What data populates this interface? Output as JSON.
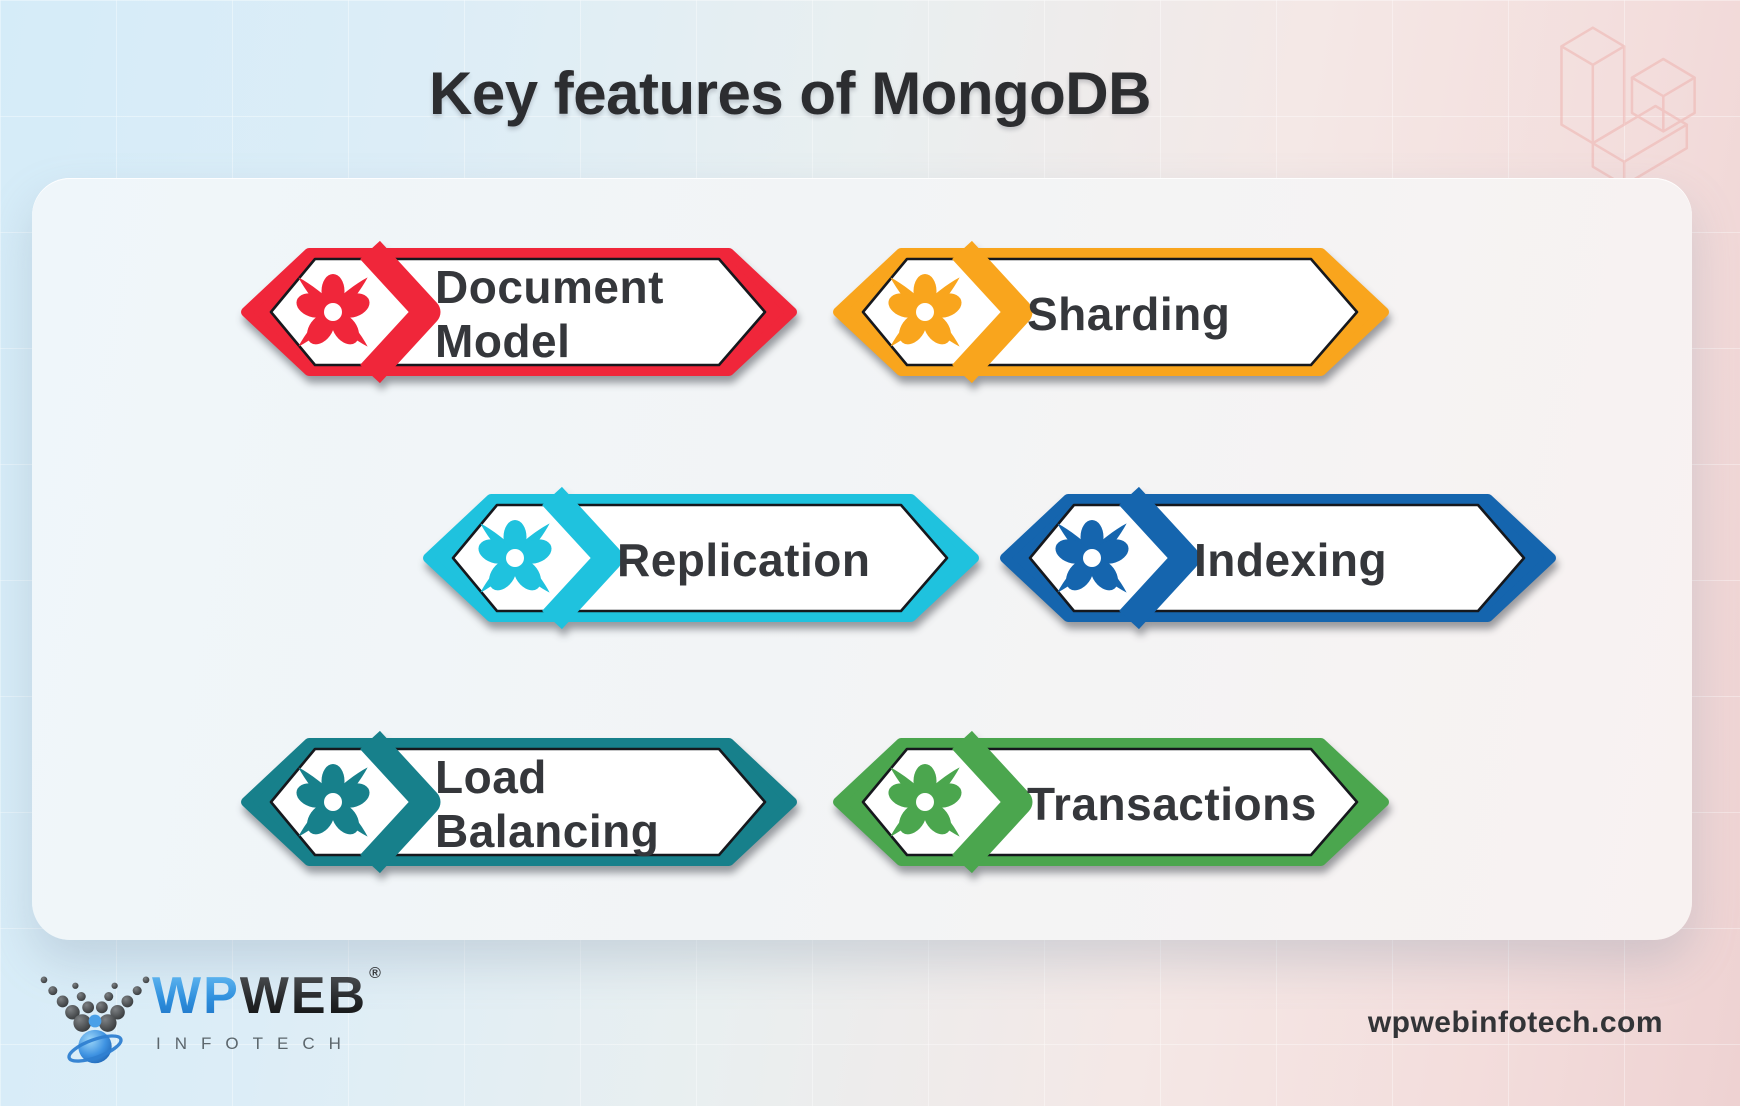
{
  "title": "Key features of MongoDB",
  "features": [
    {
      "id": "document-model",
      "label": "Document Model",
      "lines": [
        "Document",
        "Model"
      ],
      "color": "#f0263a"
    },
    {
      "id": "sharding",
      "label": "Sharding",
      "lines": [
        "Sharding"
      ],
      "color": "#f9a51d"
    },
    {
      "id": "replication",
      "label": "Replication",
      "lines": [
        "Replication"
      ],
      "color": "#1fc2de"
    },
    {
      "id": "indexing",
      "label": "Indexing",
      "lines": [
        "Indexing"
      ],
      "color": "#1565ae"
    },
    {
      "id": "load-balancing",
      "label": "Load Balancing",
      "lines": [
        "Load",
        "Balancing"
      ],
      "color": "#17808b"
    },
    {
      "id": "transactions",
      "label": "Transactions",
      "lines": [
        "Transactions"
      ],
      "color": "#4ba64e"
    }
  ],
  "footer": {
    "brand_wp": "WP",
    "brand_web": "WEB",
    "registered_mark": "®",
    "tagline": "INFOTECH",
    "website": "wpwebinfotech.com"
  },
  "watermark": {
    "name": "laravel-logo"
  },
  "palette": {
    "background_left": "#d5ecf8",
    "background_right": "#eed2d2",
    "card": "#f3f4f5",
    "title_text": "#2c2d30",
    "banner_text": "#35373b",
    "watermark_stroke": "#eeb4b0"
  }
}
